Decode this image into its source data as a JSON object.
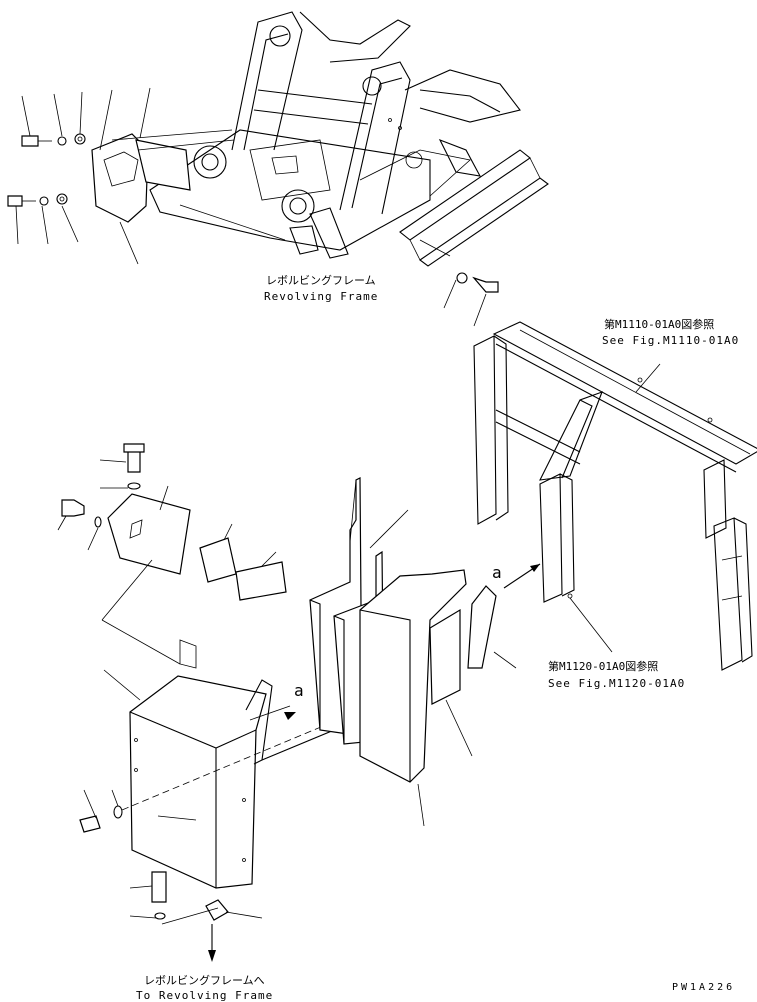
{
  "labels": {
    "revolving_frame_jp": "レボルビングフレーム",
    "revolving_frame_en": "Revolving Frame",
    "see_fig_1_jp": "第M1110-01A0図参照",
    "see_fig_1_en": "See Fig.M1110-01A0",
    "see_fig_2_jp": "第M1120-01A0図参照",
    "see_fig_2_en": "See Fig.M1120-01A0",
    "to_frame_jp": "レボルビングフレームへ",
    "to_frame_en": "To Revolving Frame",
    "ref_a_1": "a",
    "ref_a_2": "a",
    "drawing_code": "PW1A226"
  }
}
